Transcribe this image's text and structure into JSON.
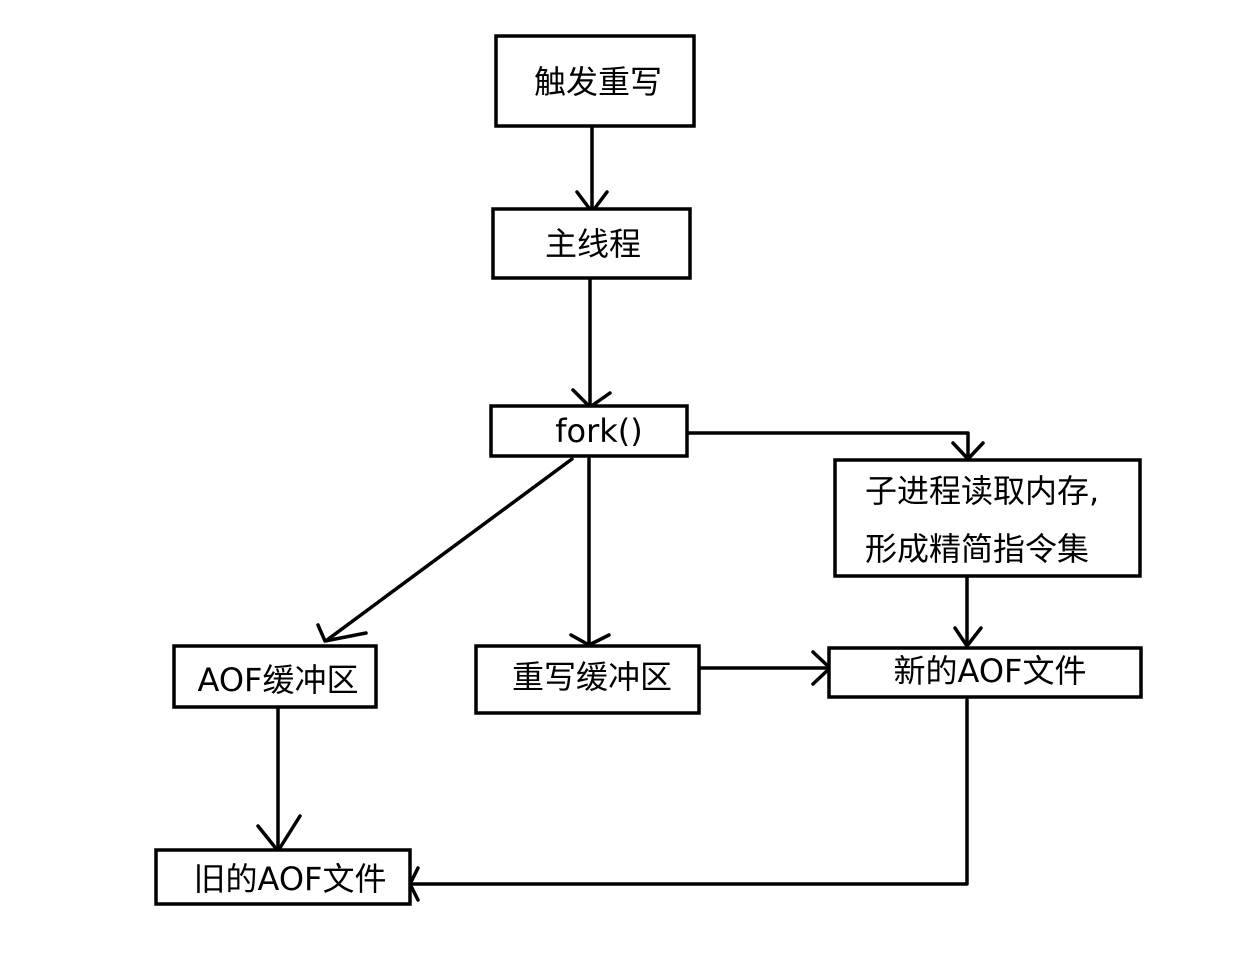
{
  "colors": {
    "background": "#ffffff",
    "stroke": "#000000",
    "text": "#000000"
  },
  "nodes": {
    "trigger_rewrite": "触发重写",
    "main_thread": "主线程",
    "fork_call": "fork()",
    "child_process_line1": "子进程读取内存,",
    "child_process_line2": "形成精简指令集",
    "aof_buffer": "AOF缓冲区",
    "rewrite_buffer": "重写缓冲区",
    "new_aof_file": "新的AOF文件",
    "old_aof_file": "旧的AOF文件"
  }
}
